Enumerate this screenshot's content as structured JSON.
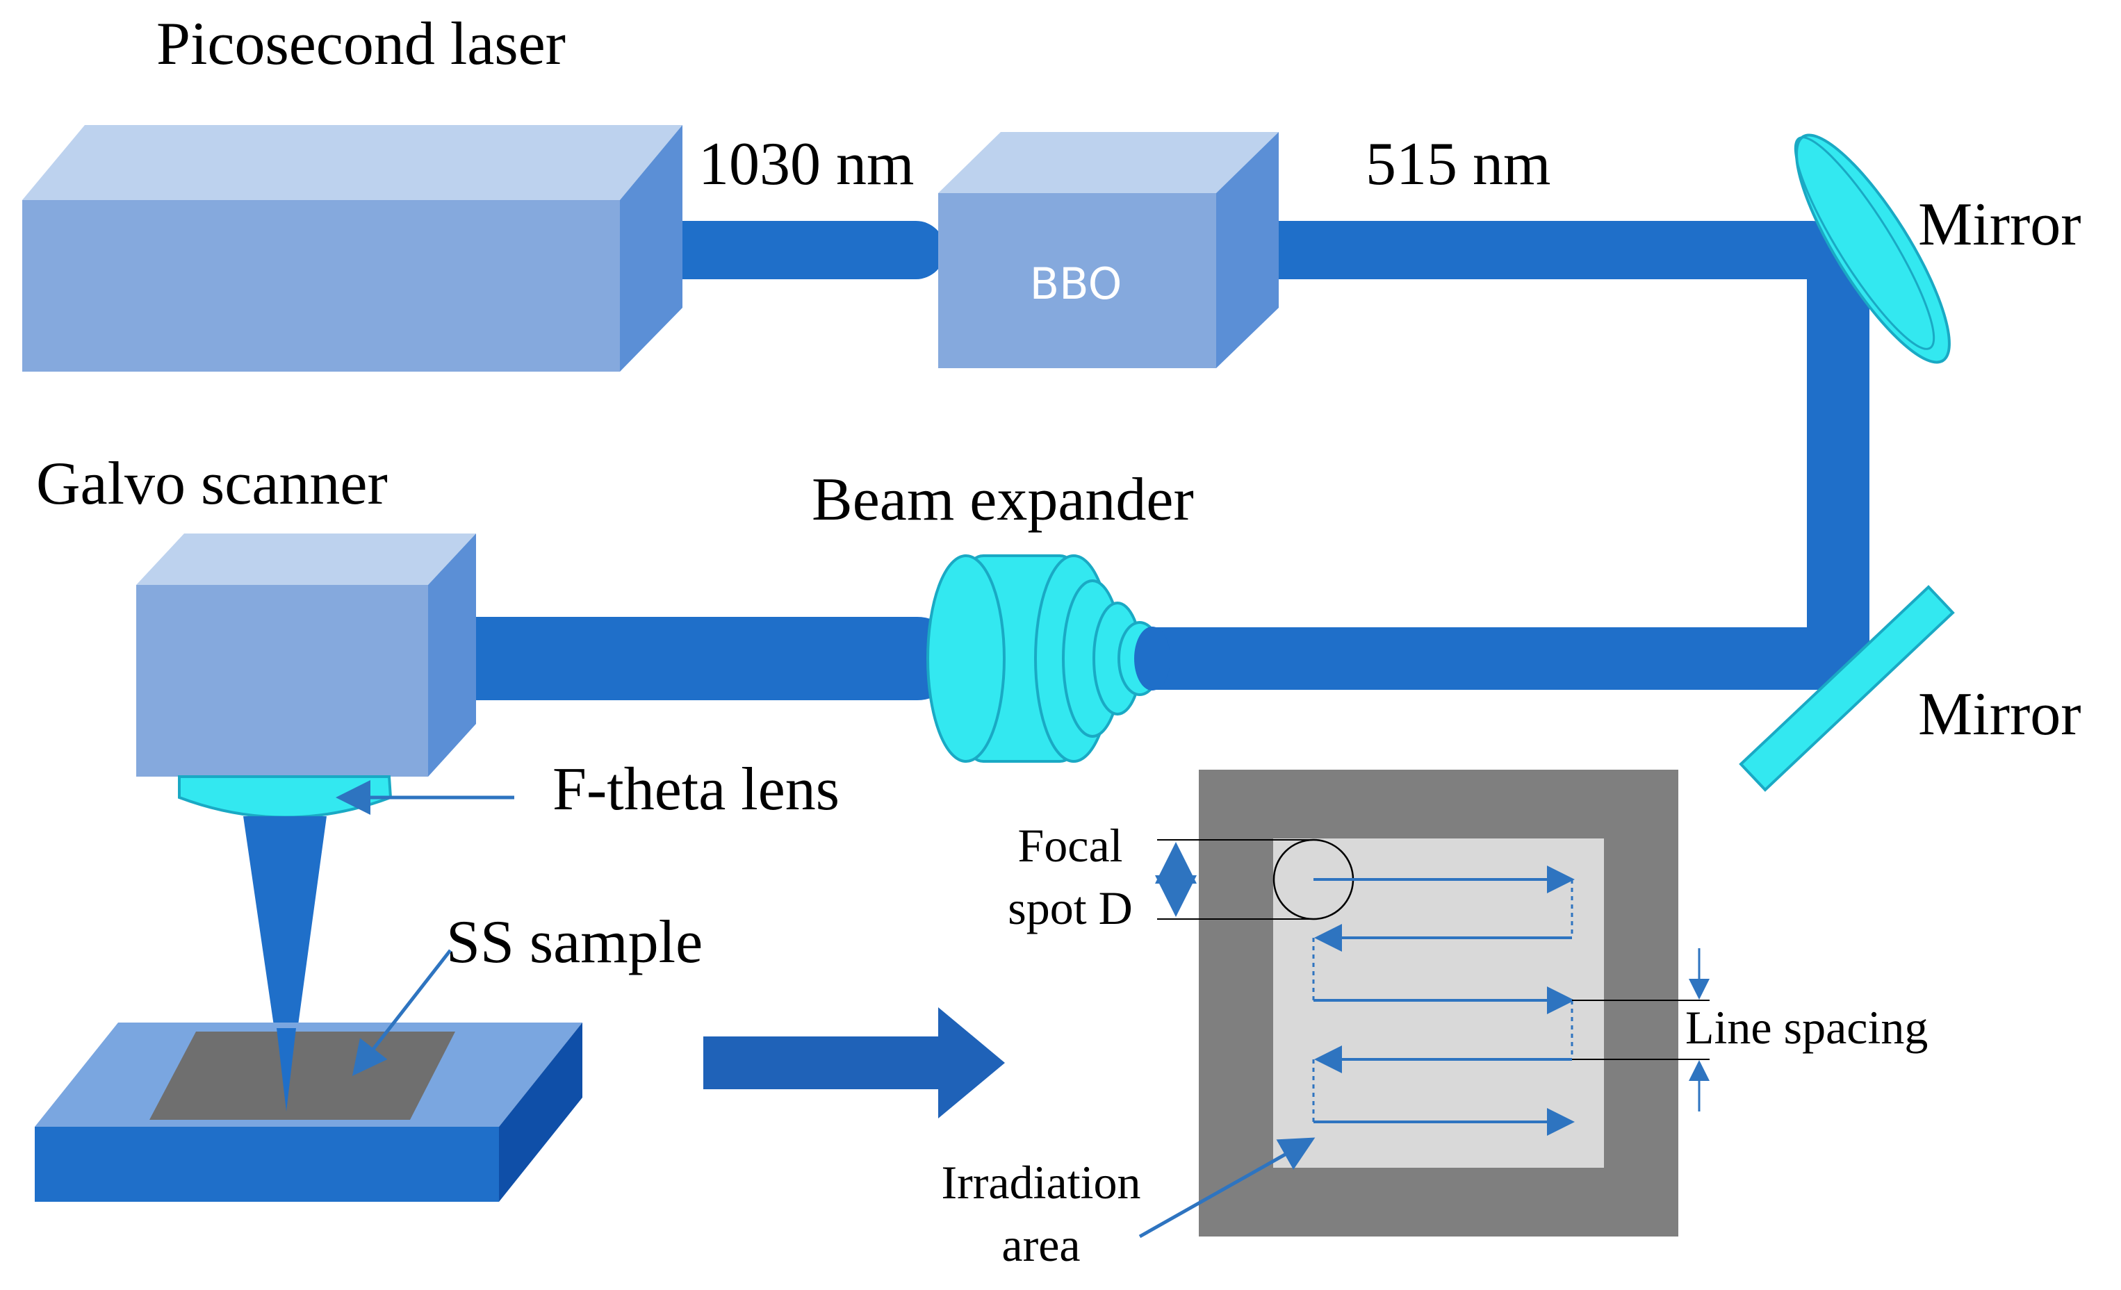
{
  "labels": {
    "laser": "Picosecond laser",
    "wl_1030": "1030 nm",
    "wl_515": "515 nm",
    "bbo": "BBO",
    "mirror_top": "Mirror",
    "mirror_bottom": "Mirror",
    "galvo": "Galvo scanner",
    "beam_expander": "Beam expander",
    "f_theta": "F-theta lens",
    "ss_sample": "SS sample",
    "focal_line1": "Focal",
    "focal_line2": "spot D",
    "line_spacing": "Line spacing",
    "irradiation_line1": "Irradiation",
    "irradiation_line2": "area"
  },
  "colors": {
    "beam": "#1f6fc9",
    "box_front": "#85a9dd",
    "box_top": "#bdd2ee",
    "box_side": "#5b8fd6",
    "optic": "#33e8f0",
    "optic_edge": "#1aa9c4",
    "sample_plate": "#7aa6e0",
    "sample_dark": "#0f4fa8",
    "sample_gray": "#6f6f6f",
    "frame_outer": "#7f7f7f",
    "frame_inner": "#d9d9d9",
    "scan_line": "#2e74c0"
  }
}
